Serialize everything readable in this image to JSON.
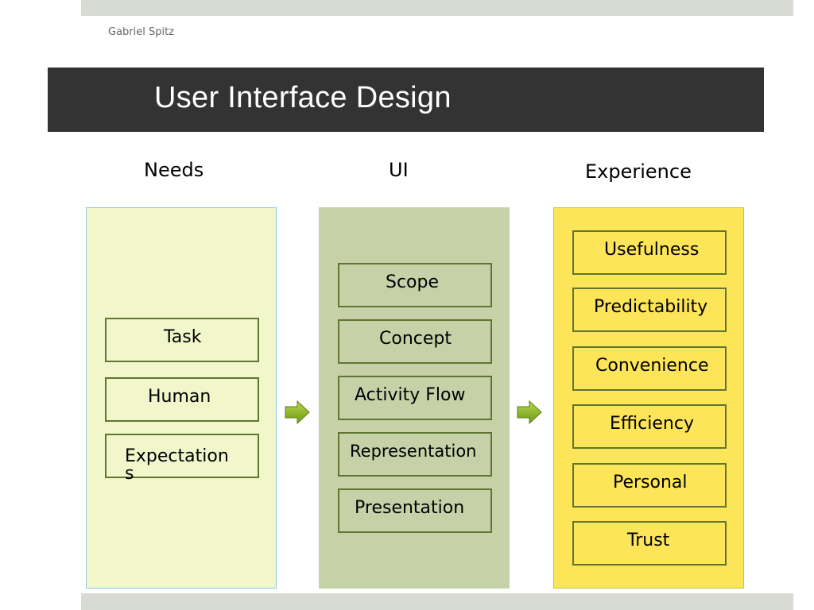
{
  "author": "Gabriel Spitz",
  "title": "User Interface Design",
  "columns": {
    "needs": {
      "header": "Needs",
      "items": [
        "Task",
        "Human",
        "Expectation",
        "s"
      ]
    },
    "ui": {
      "header": "UI",
      "items": [
        "Scope",
        "Concept",
        "Activity Flow",
        "Representation",
        "Presentation"
      ]
    },
    "experience": {
      "header": "Experience",
      "items": [
        "Usefulness",
        "Predictability",
        "Convenience",
        "Efficiency",
        "Personal",
        "Trust"
      ]
    }
  },
  "colors": {
    "title_band": "#333333",
    "needs_fill": "#f1f7ca",
    "ui_fill": "#c6d1a8",
    "experience_fill": "#fde559",
    "box_border": "#5f7530",
    "arrow": "#8bb526"
  },
  "icons": {
    "arrow": "right-arrow-icon"
  }
}
